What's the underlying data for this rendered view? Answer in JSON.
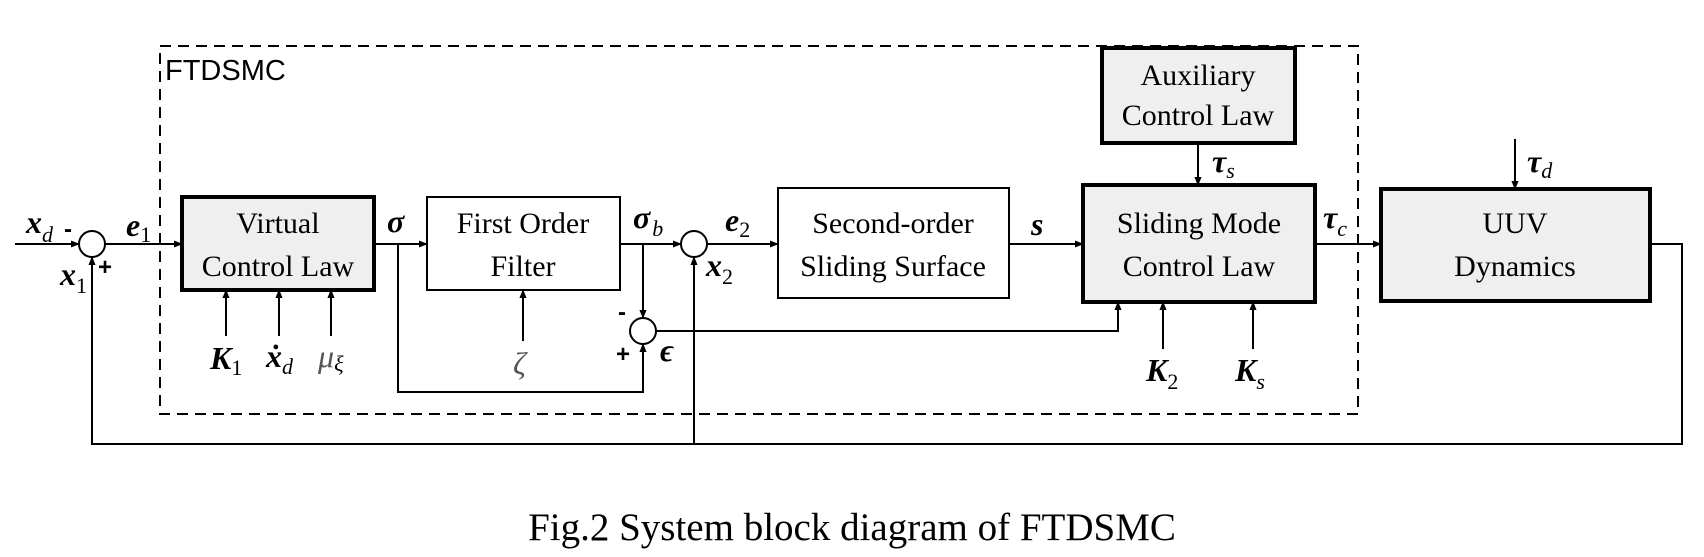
{
  "frame_label": "FTDSMC",
  "blocks": {
    "virtual_control": [
      "Virtual",
      "Control Law"
    ],
    "first_order_filter": [
      "First Order",
      "Filter"
    ],
    "sliding_surface": [
      "Second-order",
      "Sliding Surface"
    ],
    "auxiliary_control": [
      "Auxiliary",
      "Control Law"
    ],
    "sliding_mode_control": [
      "Sliding Mode",
      "Control Law"
    ],
    "uuv_dynamics": [
      "UUV",
      "Dynamics"
    ]
  },
  "signals": {
    "xd": {
      "main": "x",
      "sub": "d"
    },
    "e1": {
      "main": "e",
      "sub": "1"
    },
    "x1": {
      "main": "x",
      "sub": "1"
    },
    "sigma": {
      "main": "σ"
    },
    "sigma_b": {
      "main": "σ",
      "sub": "b"
    },
    "e2": {
      "main": "e",
      "sub": "2"
    },
    "x2": {
      "main": "x",
      "sub": "2"
    },
    "s": {
      "main": "s"
    },
    "tau_c": {
      "main": "τ",
      "sub": "c"
    },
    "tau_s": {
      "main": "τ",
      "sub": "s"
    },
    "tau_d": {
      "main": "τ",
      "sub": "d"
    },
    "epsilon": {
      "main": "ϵ"
    },
    "K1": {
      "main": "K",
      "sub": "1"
    },
    "xd_dot": {
      "main": "ẋ",
      "sub": "d"
    },
    "mu": {
      "main": "μ",
      "sub": "ξ"
    },
    "zeta": {
      "main": "ζ"
    },
    "K2": {
      "main": "K",
      "sub": "2"
    },
    "Ks": {
      "main": "K",
      "sub": "s"
    }
  },
  "signs": {
    "minus": "-",
    "plus": "+"
  },
  "caption": "Fig.2 System block diagram of FTDSMC"
}
